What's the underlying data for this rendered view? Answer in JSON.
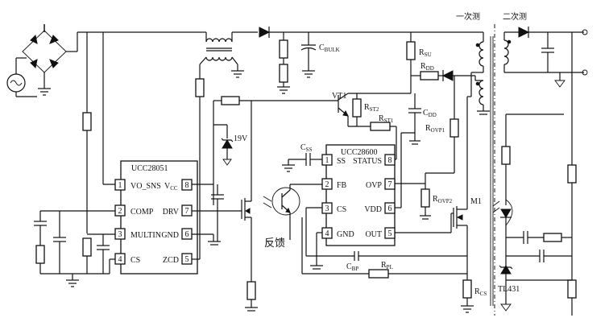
{
  "labels": {
    "primary_side": "一次测",
    "secondary_side": "二次测",
    "feedback": "反馈",
    "zener_voltage": "19V",
    "transistor_vt1": "VT1",
    "mosfet_m1": "M1",
    "shunt_ref": "TL431",
    "c_bulk": "C",
    "c_bulk_sub": "BULK",
    "r_su": "R",
    "r_su_sub": "SU",
    "r_dd": "R",
    "r_dd_sub": "DD",
    "c_dd": "C",
    "c_dd_sub": "DD",
    "r_st2": "R",
    "r_st2_sub": "ST2",
    "r_st1": "R",
    "r_st1_sub": "ST1",
    "r_ovp1": "R",
    "r_ovp1_sub": "OVP1",
    "r_ovp2": "R",
    "r_ovp2_sub": "OVP2",
    "c_ss": "C",
    "c_ss_sub": "SS",
    "c_bp": "C",
    "c_bp_sub": "BP",
    "r_pl": "R",
    "r_pl_sub": "PL",
    "r_cs": "R",
    "r_cs_sub": "CS"
  },
  "ucc28051": {
    "name": "UCC28051",
    "pins_left": [
      {
        "num": "1",
        "name": "VO_SNS"
      },
      {
        "num": "2",
        "name": "COMP"
      },
      {
        "num": "3",
        "name": "MULTIN"
      },
      {
        "num": "4",
        "name": "CS"
      }
    ],
    "pins_right": [
      {
        "num": "8",
        "name": "V",
        "sub": "CC"
      },
      {
        "num": "7",
        "name": "DRV"
      },
      {
        "num": "6",
        "name": "GND"
      },
      {
        "num": "5",
        "name": "ZCD"
      }
    ]
  },
  "ucc28600": {
    "name": "UCC28600",
    "pins_left": [
      {
        "num": "1",
        "name": "SS"
      },
      {
        "num": "2",
        "name": "FB"
      },
      {
        "num": "3",
        "name": "CS"
      },
      {
        "num": "4",
        "name": "GND"
      }
    ],
    "pins_right": [
      {
        "num": "8",
        "name": "STATUS"
      },
      {
        "num": "7",
        "name": "OVP"
      },
      {
        "num": "6",
        "name": "VDD"
      },
      {
        "num": "5",
        "name": "OUT"
      }
    ]
  }
}
